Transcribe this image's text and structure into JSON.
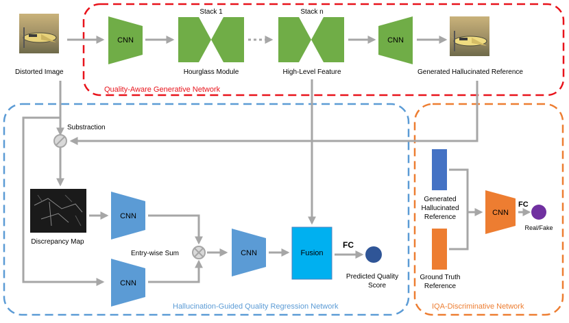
{
  "colors": {
    "generative": "#e8121a",
    "regression": "#5b9bd5",
    "discriminative": "#ed7d31",
    "green": "#70ad47",
    "blue_cnn": "#5b9bd5",
    "orange_cnn": "#ed7d31",
    "fusion": "#00b0f0",
    "arrow": "#a6a6a6",
    "score_dot": "#2f5597",
    "real_fake_dot": "#7030a0",
    "gen_ref_bar": "#4472c4",
    "gt_ref_bar": "#ed7d31"
  },
  "regions": {
    "generative_label": "Quality-Aware Generative Network",
    "regression_label": "Hallucination-Guided Quality Regression Network",
    "discriminative_label": "IQA-Discriminative Network"
  },
  "top": {
    "distorted_image": "Distorted Image",
    "cnn_1": "CNN",
    "stack_1": "Stack 1",
    "hourglass_module": "Hourglass Module",
    "stack_n": "Stack n",
    "high_level_feature": "High-Level Feature",
    "cnn_2": "CNN",
    "generated_reference": "Generated Hallucinated Reference"
  },
  "regression": {
    "substraction": "Substraction",
    "discrepancy_map": "Discrepancy Map",
    "cnn_a": "CNN",
    "cnn_b": "CNN",
    "cnn_c": "CNN",
    "entry_wise_sum": "Entry-wise Sum",
    "fusion": "Fusion",
    "fc": "FC",
    "predicted_line1": "Predicted Quality",
    "predicted_line2": "Score"
  },
  "discriminative": {
    "gen_line1": "Generated",
    "gen_line2": "Hallucinated",
    "gen_line3": "Reference",
    "gt_line1": "Ground Truth",
    "gt_line2": "Reference",
    "cnn": "CNN",
    "fc": "FC",
    "real_fake": "Real/Fake"
  },
  "icons": {
    "subtraction_op": "circle-slash-icon",
    "sum_op": "circle-x-icon",
    "plane_image": "airplane-photo-icon"
  }
}
